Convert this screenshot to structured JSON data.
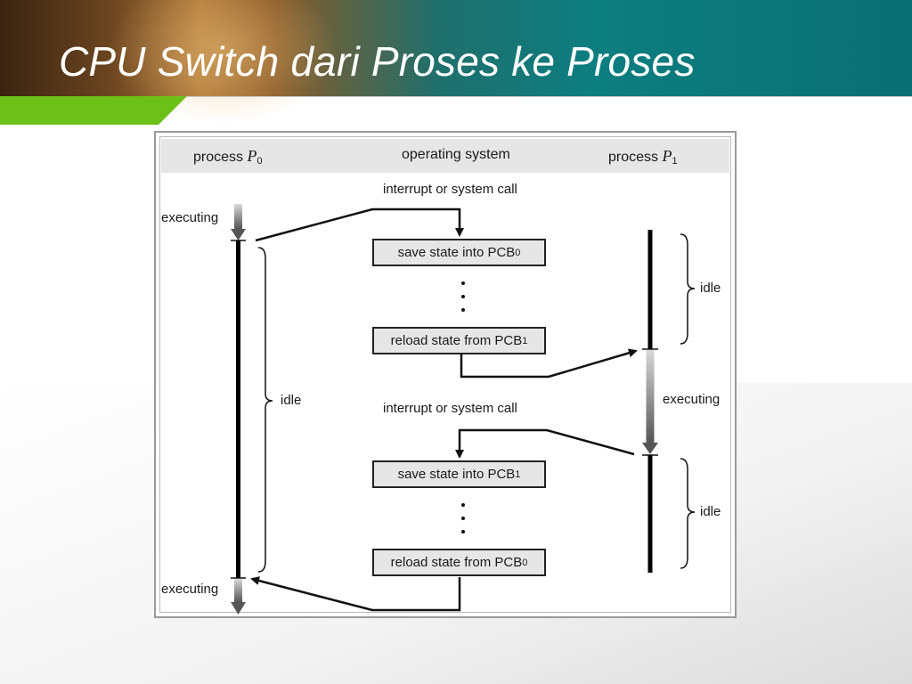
{
  "slide": {
    "title": "CPU Switch dari Proses ke Proses"
  },
  "diagram": {
    "columns": {
      "process_p0": {
        "label": "process ",
        "italic": "P",
        "sub": "0"
      },
      "operating_system": {
        "label": "operating system"
      },
      "process_p1": {
        "label": "process ",
        "italic": "P",
        "sub": "1"
      }
    },
    "interrupt_label_1": "interrupt or system call",
    "interrupt_label_2": "interrupt or system call",
    "boxes": {
      "save_pcb0": {
        "label": "save state into PCB",
        "sub": "0"
      },
      "reload_pcb1": {
        "label": "reload state from PCB",
        "sub": "1"
      },
      "save_pcb1": {
        "label": "save state into PCB",
        "sub": "1"
      },
      "reload_pcb0": {
        "label": "reload state from PCB",
        "sub": "0"
      }
    },
    "labels": {
      "p0_executing_top": "executing",
      "p0_idle": "idle",
      "p0_executing_bottom": "executing",
      "p1_idle_top": "idle",
      "p1_executing": "executing",
      "p1_idle_bottom": "idle"
    }
  },
  "colors": {
    "header_teal": "#0d7e80",
    "accent_green": "#6cc017",
    "line": "#111111",
    "box_fill": "#e6e6e6"
  }
}
